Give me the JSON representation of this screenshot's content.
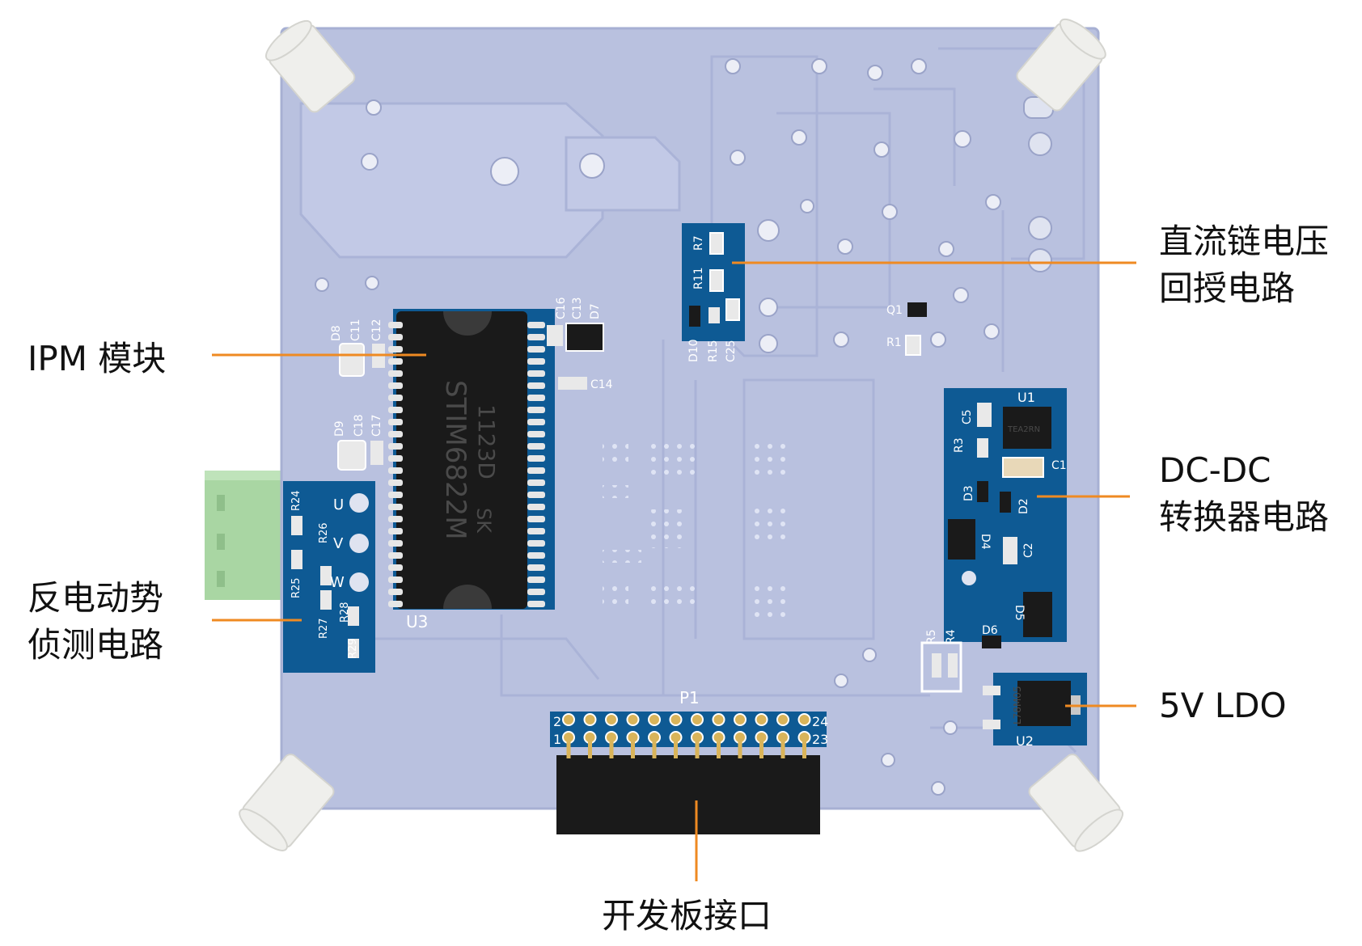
{
  "colors": {
    "board": "#b9c1df",
    "board_edge": "#a7b0d3",
    "trace": "#aeb7da",
    "mask_blue": "#0e5a94",
    "ic_black": "#1a1a1a",
    "leader": "#ef8a22",
    "standoff": "#eeeeea",
    "terminal": "#a9d6a3"
  },
  "labels": {
    "ipm": [
      "IPM 模块"
    ],
    "dclink": [
      "直流链电压",
      "回授电路"
    ],
    "dcdc": [
      "DC-DC",
      "转换器电路"
    ],
    "bemf": [
      "反电动势",
      "侦测电路"
    ],
    "ldo": [
      "5V LDO"
    ],
    "header": [
      "开发板接口"
    ]
  },
  "board": {
    "ipm_part_number": "STIM6822M",
    "ipm_date_code": "1123D",
    "ipm_logo": "SK",
    "refs": {
      "u3": "U3",
      "u1": "U1",
      "u2": "U2",
      "p1": "P1",
      "q1": "Q1",
      "r1": "R1",
      "r3": "R3",
      "r4": "R4",
      "r5": "R5",
      "r7": "R7",
      "r11": "R11",
      "r15": "R15",
      "r24": "R24",
      "r25": "R25",
      "r26": "R26",
      "r27": "R27",
      "r28": "R28",
      "r29": "R29",
      "c1": "C1",
      "c2": "C2",
      "c5": "C5",
      "c11": "C11",
      "c12": "C12",
      "c13": "C13",
      "c14": "C14",
      "c16": "C16",
      "c17": "C17",
      "c18": "C18",
      "c25": "C25",
      "d2": "D2",
      "d3": "D3",
      "d4": "D4",
      "d5": "D5",
      "d6": "D6",
      "d7": "D7",
      "d8": "D8",
      "d9": "D9",
      "d10": "D10",
      "phase_u": "U",
      "phase_v": "V",
      "phase_w": "W",
      "p1_pin2": "2",
      "p1_pin1": "1",
      "p1_pin24": "24",
      "p1_pin23": "23",
      "u1_marking": "TEA2RN",
      "u2_marking": "L78M05"
    }
  }
}
